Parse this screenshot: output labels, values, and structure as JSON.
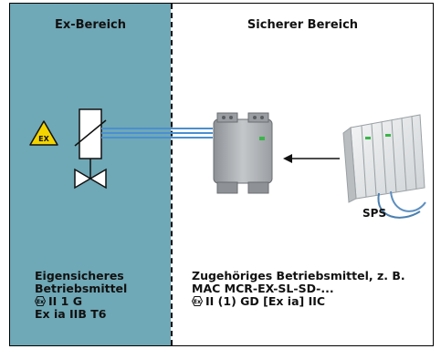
{
  "zones": {
    "ex_title": "Ex-Bereich",
    "safe_title": "Sicherer Bereich"
  },
  "captions": {
    "ex_lines": [
      "Eigensicheres",
      "Betriebsmittel",
      "II 1 G",
      "Ex ia IIB T6"
    ],
    "safe_lines": [
      "Zugehöriges Betriebsmittel, z. B.",
      "MAC MCR-EX-SL-SD-...",
      "II (1) GD [Ex ia] IIC"
    ]
  },
  "labels": {
    "warning_sign": "EX",
    "plc": "SPS"
  },
  "icons": {
    "ex_marking": "ex-hexagon-icon",
    "warning": "explosion-warning-icon",
    "valve": "solenoid-valve-icon",
    "module": "din-rail-module-icon",
    "plc": "plc-rack-icon"
  },
  "colors": {
    "ex_zone": "#6fa8b6",
    "warning_yellow": "#f3d400",
    "cable": "#4a8fd0"
  }
}
